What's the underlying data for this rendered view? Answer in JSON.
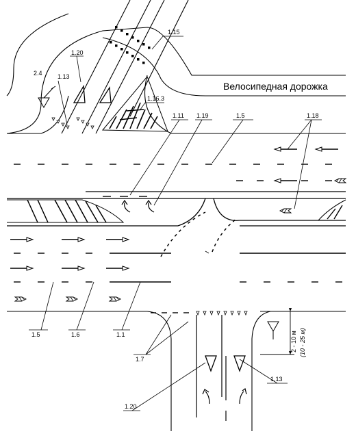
{
  "bike_path_label": "Велосипедная дорожка",
  "labels": {
    "l_1_15": "1.15",
    "l_1_20_top": "1.20",
    "l_2_4": "2.4",
    "l_1_13_top": "1.13",
    "l_1_16_3": "1.16.3",
    "l_1_11": "1.11",
    "l_1_19": "1.19",
    "l_1_5_top": "1.5",
    "l_1_18": "1.18",
    "l_1_5_bottom": "1.5",
    "l_1_6": "1.6",
    "l_1_1": "1.1",
    "l_1_7": "1.7",
    "l_1_20_bottom": "1.20",
    "l_1_13_bottom": "1.13"
  },
  "dimension": {
    "main": "2 - 10 м",
    "alt": "(10 - 25 м)"
  }
}
